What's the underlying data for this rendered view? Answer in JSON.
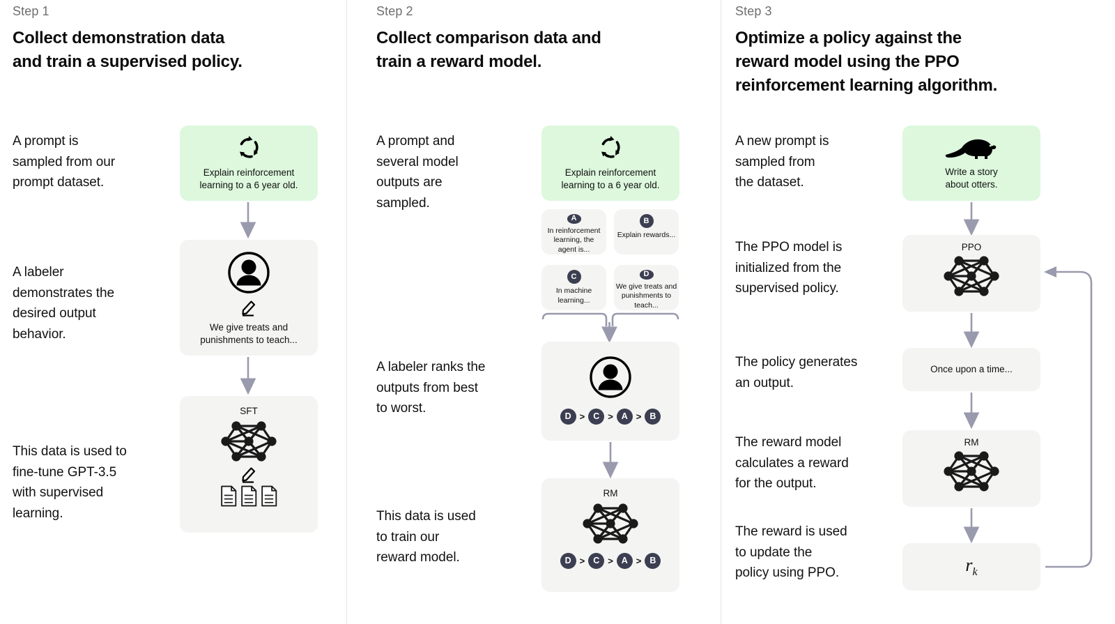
{
  "diagram": {
    "title": "RLHF three-step training process",
    "background": "#ffffff",
    "divider_color": "#e6e6e6",
    "prompt_card_color": "#ddf8dd",
    "model_card_color": "#f4f4f3",
    "badge_color": "#3c3f51",
    "arrow_color": "#9a9aae"
  },
  "steps": [
    {
      "label": "Step 1",
      "title_line1": "Collect demonstration data",
      "title_line2": "and train a supervised policy.",
      "captions": [
        "A prompt is\nsampled from our\nprompt dataset.",
        "A labeler\ndemonstrates the\ndesired output\nbehavior.",
        "This data is used to\nfine-tune GPT-3.5\nwith supervised\nlearning."
      ],
      "prompt_card": {
        "icon": "circular-arrows-icon",
        "text_line1": "Explain reinforcement",
        "text_line2": "learning to a 6 year old."
      },
      "labeler_card": {
        "icon": "person-circle-icon",
        "sub_icon": "pencil-icon",
        "text_line1": "We give treats and",
        "text_line2": "punishments to teach..."
      },
      "model_card": {
        "title": "SFT",
        "icon": "neural-network-icon",
        "sub_icon": "pencil-icon",
        "docs_icon": "documents-icon"
      }
    },
    {
      "label": "Step 2",
      "title_line1": "Collect comparison data and",
      "title_line2": "train a reward model.",
      "captions": [
        "A prompt and\nseveral model\noutputs are\nsampled.",
        "A labeler ranks the\noutputs from best\nto worst.",
        "This data is used\nto train our\nreward model."
      ],
      "prompt_card": {
        "icon": "circular-arrows-icon",
        "text_line1": "Explain reinforcement",
        "text_line2": "learning to a 6 year old."
      },
      "outputs": [
        {
          "badge": "A",
          "text": "In reinforcement\nlearning, the\nagent is..."
        },
        {
          "badge": "B",
          "text": "Explain rewards..."
        },
        {
          "badge": "C",
          "text": "In machine\nlearning..."
        },
        {
          "badge": "D",
          "text": "We give treats and\npunishments to\nteach..."
        }
      ],
      "ranking_card": {
        "icon": "person-circle-icon",
        "ranking": [
          "D",
          "C",
          "A",
          "B"
        ],
        "separator": ">"
      },
      "model_card": {
        "title": "RM",
        "icon": "neural-network-icon",
        "ranking": [
          "D",
          "C",
          "A",
          "B"
        ],
        "separator": ">"
      }
    },
    {
      "label": "Step 3",
      "title_line1": "Optimize a policy against the",
      "title_line2": "reward model using the PPO",
      "title_line3": "reinforcement learning algorithm.",
      "captions": [
        "A new prompt is\nsampled from\nthe dataset.",
        "The PPO model is\ninitialized from the\nsupervised policy.",
        "The policy generates\nan output.",
        "The reward model\ncalculates a reward\nfor the output.",
        "The reward is used\nto update the\npolicy using PPO."
      ],
      "prompt_card": {
        "icon": "otter-icon",
        "text_line1": "Write a story",
        "text_line2": "about otters."
      },
      "ppo_card": {
        "title": "PPO",
        "icon": "neural-network-icon"
      },
      "output_card": {
        "text": "Once upon a time..."
      },
      "rm_card": {
        "title": "RM",
        "icon": "neural-network-icon"
      },
      "reward_card": {
        "symbol": "r",
        "subscript": "k"
      }
    }
  ]
}
